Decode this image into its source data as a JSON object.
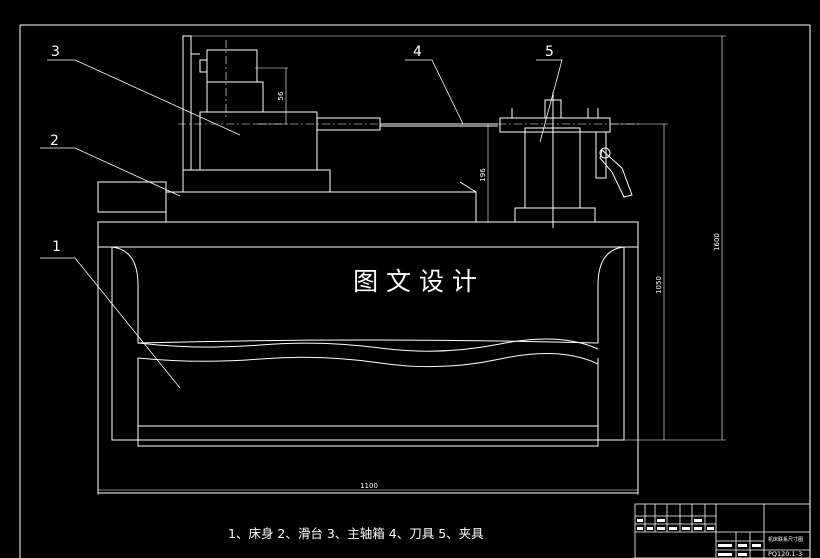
{
  "parts": [
    {
      "number": "1"
    },
    {
      "number": "2"
    },
    {
      "number": "3"
    },
    {
      "number": "4"
    },
    {
      "number": "5"
    }
  ],
  "center_text": "图 文 设 计",
  "dimensions": {
    "motor_offset": "56",
    "spindle_height": "196",
    "bed_height": "1050",
    "total_height": "1600",
    "bed_length": "1100"
  },
  "caption": "1、床身 2、滑台 3、主轴箱 4、刀具 5、夹具",
  "title_block": {
    "drawing_title": "机床联系尺寸图",
    "drawing_number": "PQ120.1-3"
  },
  "colors": {
    "background": "#000000",
    "lines": "#ffffff"
  }
}
